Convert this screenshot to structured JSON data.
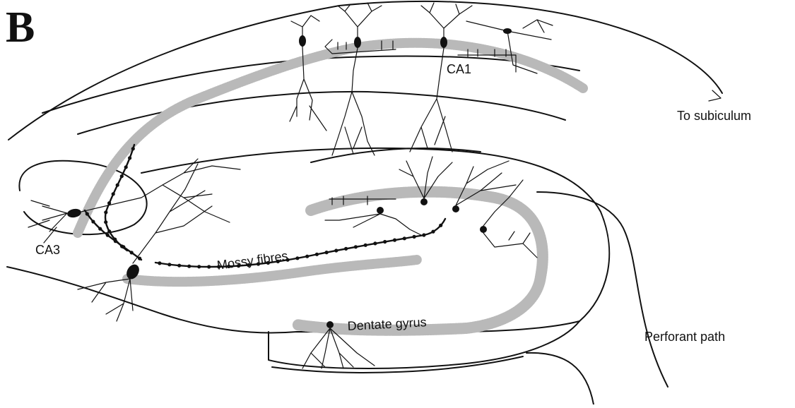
{
  "panel_letter": "B",
  "labels": {
    "ca1": "CA1",
    "ca3": "CA3",
    "to_subiculum": "To subiculum",
    "mossy_fibres": "Mossy fibres",
    "dentate_gyrus": "Dentate gyrus",
    "perforant_path": "Perforant path"
  },
  "colors": {
    "ink": "#111111",
    "cell_layer_stipple": "#b9b9b9",
    "background": "#ffffff"
  }
}
